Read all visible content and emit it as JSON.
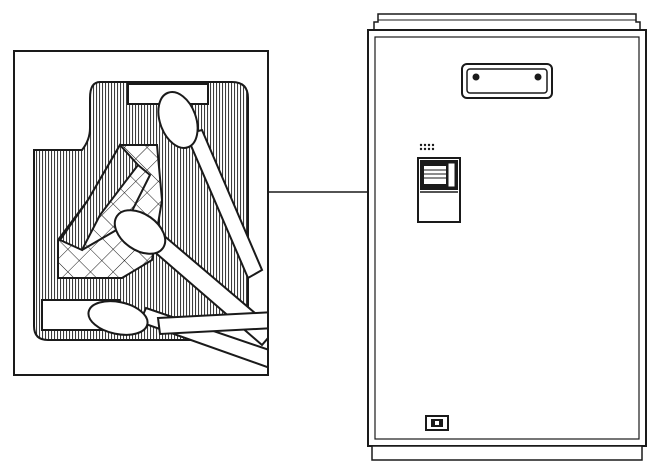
{
  "figure": {
    "description_visible_text": "",
    "colors": {
      "line": "#1a1a1a",
      "background": "#ffffff",
      "hatch": "#1a1a1a"
    },
    "parts": [
      {
        "name": "detail-inset-frame"
      },
      {
        "name": "leader-line"
      },
      {
        "name": "device-cabinet"
      },
      {
        "name": "carry-handle"
      },
      {
        "name": "control-panel-module"
      },
      {
        "name": "power-switch"
      }
    ]
  }
}
